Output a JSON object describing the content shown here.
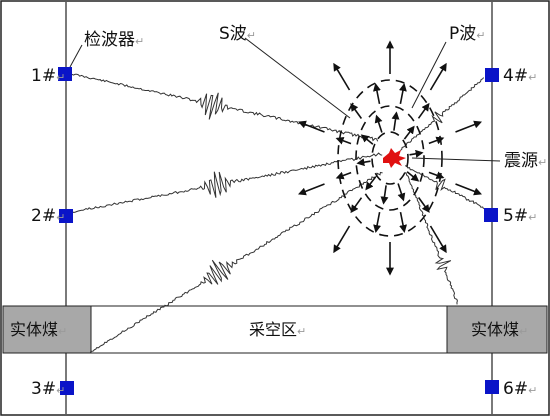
{
  "labels": {
    "geophone": "检波器",
    "s_wave": "S波",
    "p_wave": "P波",
    "source": "震源",
    "goaf": "采空区",
    "solid_coal_left": "实体煤",
    "solid_coal_right": "实体煤",
    "para_mark": "↵"
  },
  "sensors": [
    {
      "id": "1#",
      "side": "left"
    },
    {
      "id": "2#",
      "side": "left"
    },
    {
      "id": "3#",
      "side": "left"
    },
    {
      "id": "4#",
      "side": "right"
    },
    {
      "id": "5#",
      "side": "right"
    },
    {
      "id": "6#",
      "side": "right"
    }
  ],
  "colors": {
    "sensor": "#0a14c8",
    "source": "#e01010",
    "band_fill": "#a8a8a8",
    "goaf_fill": "#ffffff",
    "wave": "#333333",
    "circle": "#111111"
  }
}
